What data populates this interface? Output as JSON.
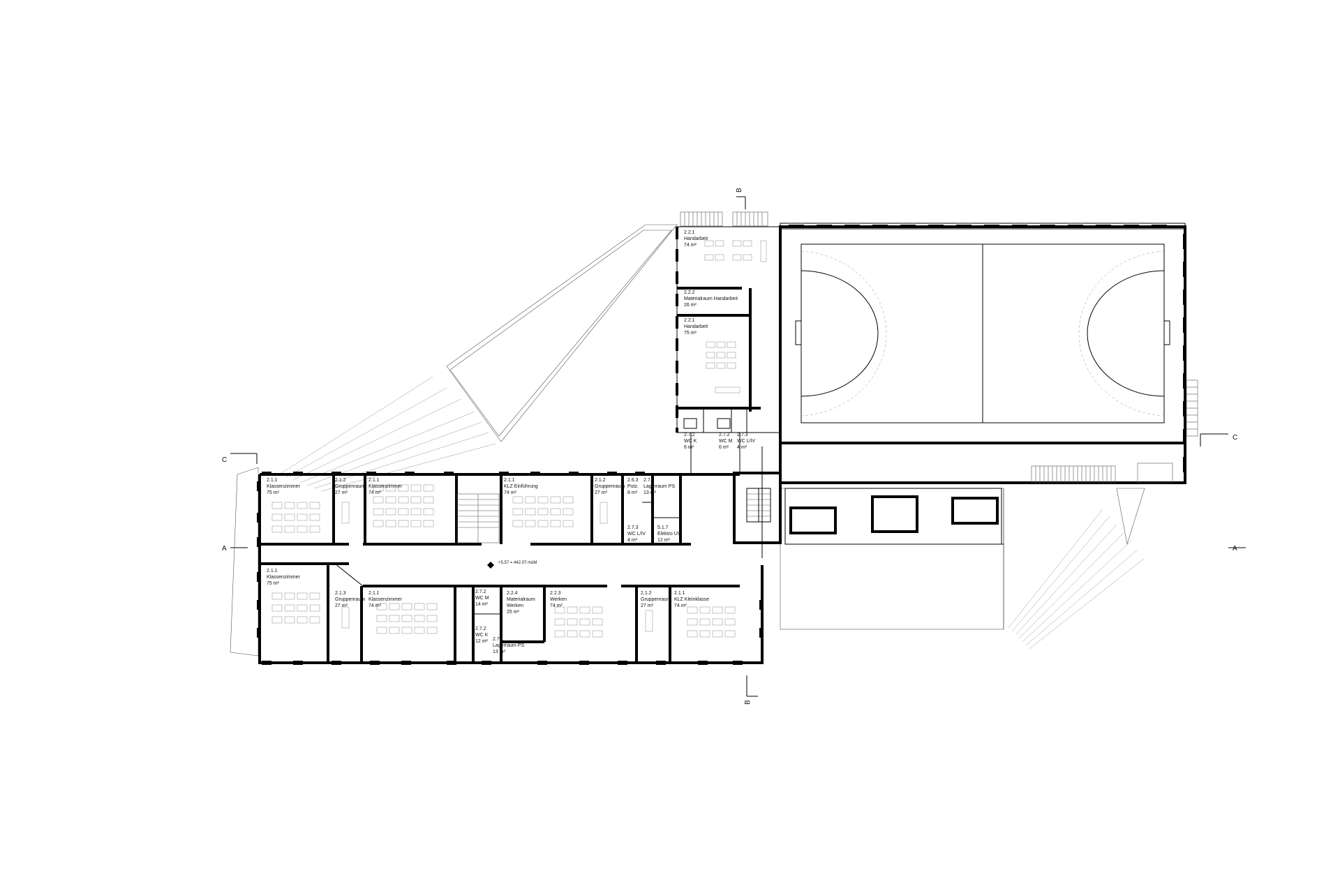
{
  "sections": {
    "a_left": "A",
    "a_right": "A",
    "b_top": "B",
    "b_bottom": "B",
    "c_left": "C",
    "c_right": "C"
  },
  "level_marker": "+5.57 = 442.07 müM",
  "rooms": [
    {
      "id": "hb1",
      "lines": [
        "2.2.1",
        "Handarbeit",
        "74 m²"
      ]
    },
    {
      "id": "mhb",
      "lines": [
        "2.2.2",
        "Materialraum Handarbeit",
        "26 m²"
      ]
    },
    {
      "id": "hb2",
      "lines": [
        "2.2.1",
        "Handarbeit",
        "75 m²"
      ]
    },
    {
      "id": "wck-n",
      "lines": [
        "2.7.2",
        "WC K",
        "6 m²"
      ]
    },
    {
      "id": "wcm-n",
      "lines": [
        "2.7.2",
        "WC M",
        "6 m²"
      ]
    },
    {
      "id": "wcl-n",
      "lines": [
        "2.7.3",
        "WC L/IV",
        "4 m²"
      ]
    },
    {
      "id": "kz1",
      "lines": [
        "2.1.1",
        "Klassenzimmer",
        "75 m²"
      ]
    },
    {
      "id": "gr1",
      "lines": [
        "2.1.2",
        "Gruppenraum",
        "27 m²"
      ]
    },
    {
      "id": "kz2",
      "lines": [
        "2.1.1",
        "Klassenzimmer",
        "74 m²"
      ]
    },
    {
      "id": "klz1",
      "lines": [
        "2.1.1",
        "KLZ Einführung",
        "74 m²"
      ]
    },
    {
      "id": "gr2",
      "lines": [
        "2.1.2",
        "Gruppenraum",
        "27 m²"
      ]
    },
    {
      "id": "putz",
      "lines": [
        "2.6.3",
        "Putz.",
        "8 m²"
      ]
    },
    {
      "id": "lps1",
      "lines": [
        "2.7.1",
        "Lagerraum PS",
        "13 m²"
      ]
    },
    {
      "id": "wcl-c",
      "lines": [
        "2.7.3",
        "WC L/IV",
        "4 m²"
      ]
    },
    {
      "id": "elek",
      "lines": [
        "5.1.7",
        "Elektro UV",
        "12 m²"
      ]
    },
    {
      "id": "kz3",
      "lines": [
        "2.1.1",
        "Klassenzimmer",
        "75 m²"
      ]
    },
    {
      "id": "gr3",
      "lines": [
        "2.1.3",
        "Gruppenraum",
        "27 m²"
      ]
    },
    {
      "id": "kz4",
      "lines": [
        "2.1.1",
        "Klassenzimmer",
        "74 m²"
      ]
    },
    {
      "id": "wcm-s",
      "lines": [
        "2.7.2",
        "WC M",
        "14 m²"
      ]
    },
    {
      "id": "wck-s",
      "lines": [
        "2.7.2",
        "WC K",
        "12 m²"
      ]
    },
    {
      "id": "lps2",
      "lines": [
        "2.7.1",
        "Lagerraum PS",
        "13 m²"
      ]
    },
    {
      "id": "mwe",
      "lines": [
        "2.2.4",
        "Materialraum",
        "Werken",
        "25 m²"
      ]
    },
    {
      "id": "werk",
      "lines": [
        "2.2.3",
        "Werken",
        "74 m²"
      ]
    },
    {
      "id": "gr4",
      "lines": [
        "2.1.2",
        "Gruppenraum",
        "27 m²"
      ]
    },
    {
      "id": "klz2",
      "lines": [
        "2.1.1",
        "KLZ Kleinklasse",
        "74 m²"
      ]
    }
  ]
}
